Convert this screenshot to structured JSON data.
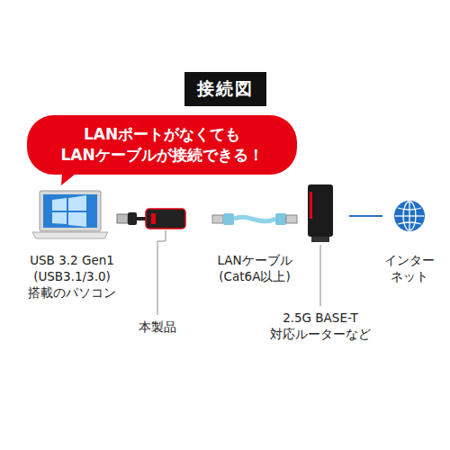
{
  "diagram": {
    "title": "接続図",
    "nodes": [
      {
        "text": [
          "LANポートがなくても LANケーブルが接続できる！"
        ]
      }
    ],
    "labels": [
      "USB 3.2 Gen1 (USB3.1/3.0) 搭載のパソコン",
      "LANケーブル (Cat6A以上)",
      "インター ネット",
      "本製品",
      "2.5G BASE-T 対応ルーターなど"
    ]
  }
}
